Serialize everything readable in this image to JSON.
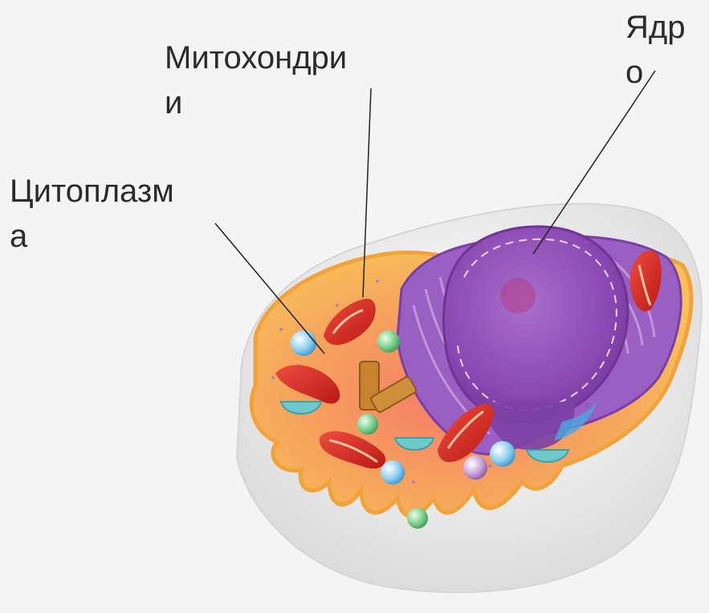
{
  "labels": {
    "mitochondria": "Митохондри\nи",
    "nucleus": "Ядр\nо",
    "cytoplasm": "Цитоплазм\nа"
  },
  "colors": {
    "background": "#f4f4f5",
    "cell_membrane_outer": "#e9e9e9",
    "cytoplasm": "#f6b64d",
    "cytoplasm_inner": "#f48a5b",
    "nucleus": "#8e4fb4",
    "mitochondria": "#d62a22",
    "vesicle_blue": "#79c3eb",
    "vesicle_green": "#7ac68a",
    "centriole": "#c9822d"
  }
}
